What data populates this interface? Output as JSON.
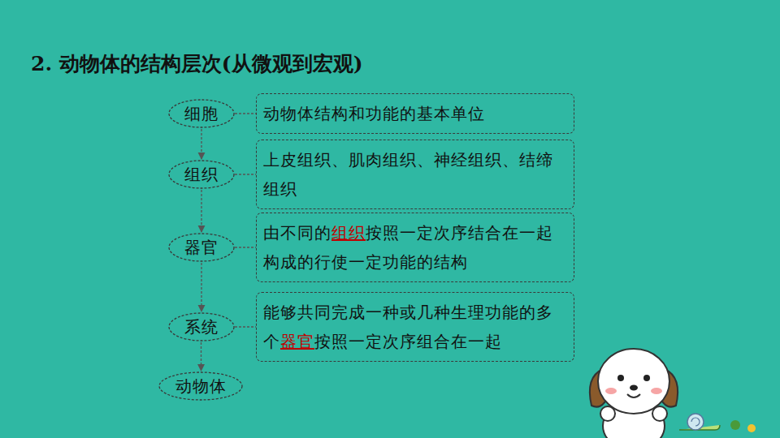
{
  "diagram": {
    "title": "2. 动物体的结构层次(从微观到宏观)",
    "nodes": [
      {
        "text": [
          "细胞"
        ]
      },
      {
        "text": [
          "动物体结构和功能的基本单位"
        ]
      },
      {
        "text": [
          "组织"
        ]
      },
      {
        "text": [
          "上皮组织、肌肉组织、神经组织、结缔组织"
        ]
      },
      {
        "text": [
          "器官"
        ]
      },
      {
        "text": [
          "由不同的",
          "组织",
          "按照一定次序结合在一起构成的行使一定功能的结构"
        ]
      },
      {
        "text": [
          "系统"
        ]
      },
      {
        "text": [
          "能够共同完成一种或几种生理功能的多个",
          "器官",
          "按照一定次序组合在一起"
        ]
      },
      {
        "text": [
          "动物体"
        ]
      }
    ],
    "edges": [
      {
        "from": 0,
        "to": 1,
        "arrow": "none"
      },
      {
        "from": 2,
        "to": 3,
        "arrow": "none"
      },
      {
        "from": 4,
        "to": 5,
        "arrow": "none"
      },
      {
        "from": 6,
        "to": 7,
        "arrow": "none"
      },
      {
        "from": 0,
        "to": 2,
        "arrow": "to"
      },
      {
        "from": 2,
        "to": 4,
        "arrow": "to"
      },
      {
        "from": 4,
        "to": 6,
        "arrow": "to"
      },
      {
        "from": 6,
        "to": 8,
        "arrow": "to"
      }
    ]
  }
}
